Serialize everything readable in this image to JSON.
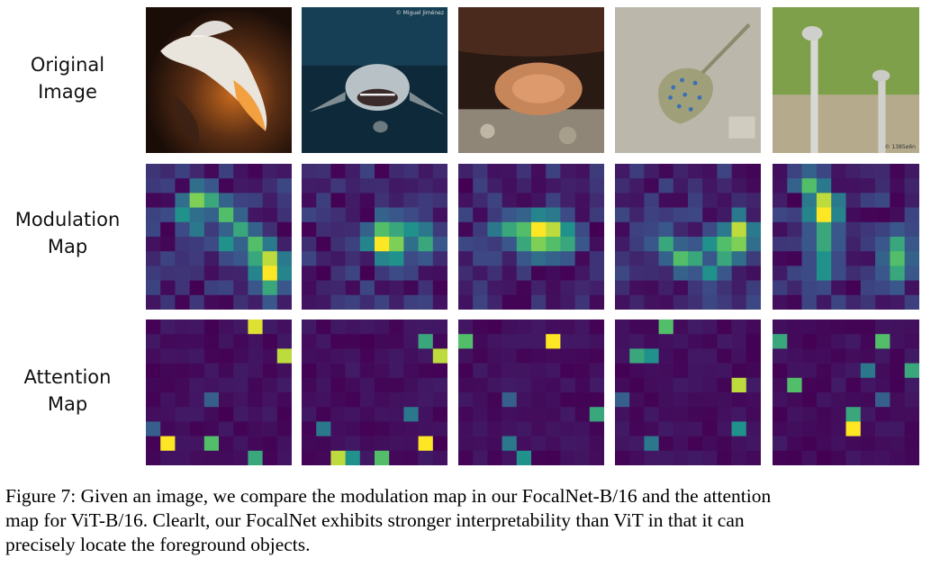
{
  "row_labels": {
    "original": [
      "Original",
      "Image"
    ],
    "modulation": [
      "Modulation",
      "Map"
    ],
    "attention": [
      "Attention",
      "Map"
    ]
  },
  "photo_credits": {
    "shark": "© Miguel Jiménez",
    "ostrich": "© 1385e6n"
  },
  "colormap": {
    "name": "viridis",
    "low": "#440154",
    "mid": "#21918c",
    "high": "#fde725"
  },
  "caption": [
    "Figure 7: Given an image, we compare the modulation map in our FocalNet-B/16 and the attention",
    "map for ViT-B/16. Clearlt, our FocalNet exhibits stronger interpretability than ViT in that it can",
    "precisely locate the foreground objects."
  ]
}
